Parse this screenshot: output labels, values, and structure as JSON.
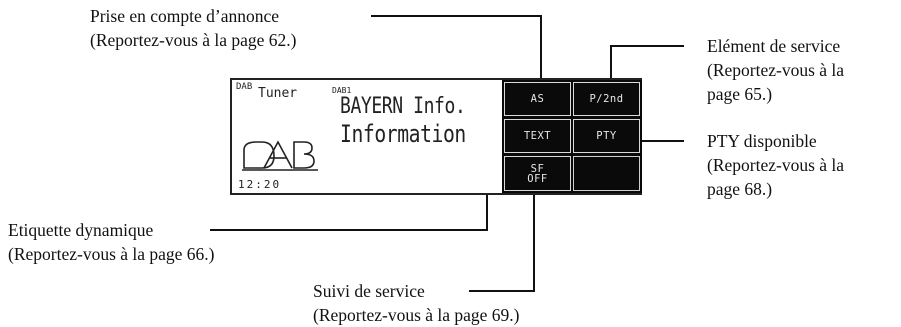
{
  "display": {
    "source": "DAB",
    "mode": "Tuner",
    "channel": "DAB1",
    "line1": "BAYERN Info.",
    "line2": "Information",
    "clock": "12:20",
    "logo_icon": "dab-logo-icon"
  },
  "keys": {
    "as": "AS",
    "p2nd": "P/2nd",
    "text": "TEXT",
    "pty": "PTY",
    "sf_line1": "SF",
    "sf_line2": "OFF"
  },
  "callouts": {
    "announce": {
      "title": "Prise en compte d’annonce",
      "ref": "(Reportez-vous à la page 62.)"
    },
    "service_component": {
      "title": "Elément de service",
      "ref_line1": "(Reportez-vous à la",
      "ref_line2": "page 65.)"
    },
    "pty_available": {
      "title": "PTY disponible",
      "ref_line1": "(Reportez-vous à la",
      "ref_line2": "page 68.)"
    },
    "dynamic_label": {
      "title": "Etiquette dynamique",
      "ref": "(Reportez-vous à la page 66.)"
    },
    "service_follow": {
      "title": "Suivi de service",
      "ref": "(Reportez-vous à la page 69.)"
    }
  }
}
